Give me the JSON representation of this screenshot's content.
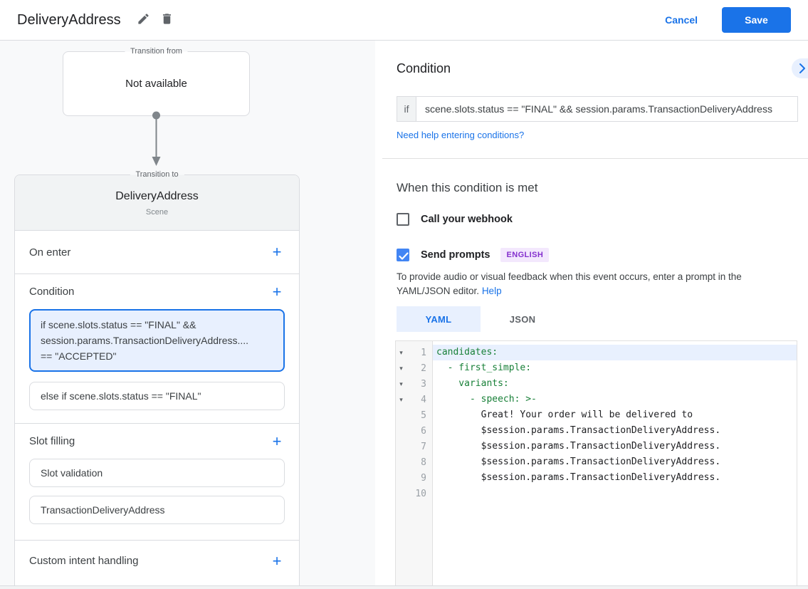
{
  "header": {
    "title": "DeliveryAddress",
    "cancel_label": "Cancel",
    "save_label": "Save"
  },
  "left": {
    "transition_from": {
      "legend": "Transition from",
      "value": "Not available"
    },
    "transition_to": {
      "legend": "Transition to",
      "name": "DeliveryAddress",
      "subtitle": "Scene",
      "on_enter_label": "On enter",
      "condition_label": "Condition",
      "slot_filling_label": "Slot filling",
      "custom_intent_label": "Custom intent handling",
      "add_icon": "+",
      "selected_condition": "if scene.slots.status == \"FINAL\" &&\nsession.params.TransactionDeliveryAddress....\n== \"ACCEPTED\"",
      "else_condition": "else if scene.slots.status == \"FINAL\"",
      "slot_cards": [
        "Slot validation",
        "TransactionDeliveryAddress"
      ]
    }
  },
  "right": {
    "condition_title": "Condition",
    "if_label": "if",
    "if_value": "scene.slots.status == \"FINAL\" && session.params.TransactionDeliveryAddress",
    "help_link": "Need help entering conditions?",
    "when_title": "When this condition is met",
    "webhook": {
      "label": "Call your webhook",
      "checked": false
    },
    "send_prompts": {
      "label": "Send prompts",
      "checked": true,
      "badge": "ENGLISH"
    },
    "description": "To provide audio or visual feedback when this event occurs, enter a prompt in the YAML/JSON editor.",
    "description_help_link": "Help",
    "tabs": {
      "items": [
        "YAML",
        "JSON"
      ],
      "active": "YAML"
    },
    "editor": {
      "lines": [
        {
          "n": "1",
          "text": "candidates:",
          "key": true,
          "fold": true,
          "highlight": true
        },
        {
          "n": "2",
          "text": "  - first_simple:",
          "key": true,
          "fold": true
        },
        {
          "n": "3",
          "text": "    variants:",
          "key": true,
          "fold": true
        },
        {
          "n": "4",
          "text": "      - speech: >-",
          "key": true,
          "fold": true
        },
        {
          "n": "5",
          "text": "        Great! Your order will be delivered to"
        },
        {
          "n": "6",
          "text": "        $session.params.TransactionDeliveryAddress."
        },
        {
          "n": "7",
          "text": "        $session.params.TransactionDeliveryAddress."
        },
        {
          "n": "8",
          "text": "        $session.params.TransactionDeliveryAddress."
        },
        {
          "n": "9",
          "text": "        $session.params.TransactionDeliveryAddress."
        },
        {
          "n": "10",
          "text": ""
        }
      ]
    }
  },
  "colors": {
    "accent_blue": "#1a73e8",
    "checkbox_blue": "#4285f4",
    "selected_bg": "#e8f0fe",
    "badge_bg": "#f3e8fd",
    "badge_text": "#8430ce",
    "code_key_green": "#188038",
    "panel_gray": "#f8f9fa",
    "card_header_gray": "#f1f3f4"
  }
}
